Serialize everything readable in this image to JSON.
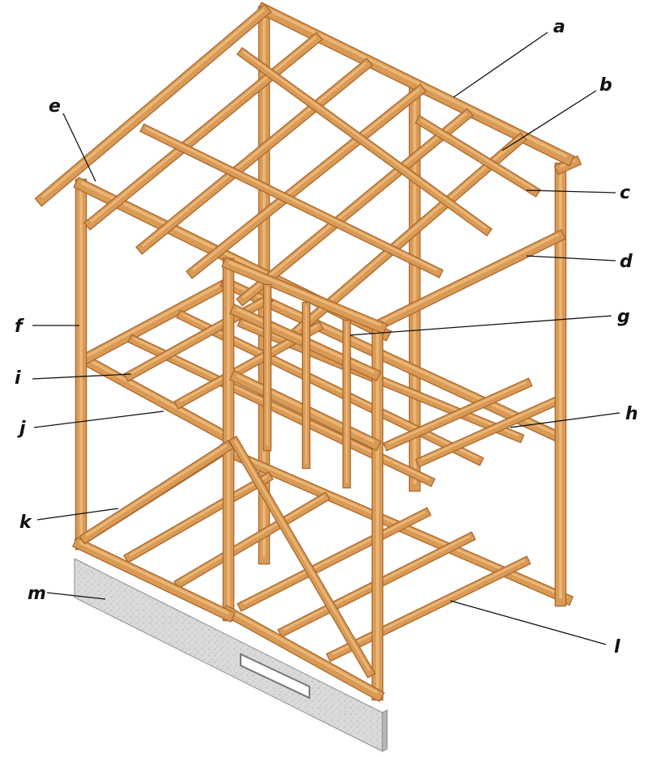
{
  "colors": {
    "timber": "#d99a55",
    "timber_dark": "#a8662c",
    "timber_light": "#eab777",
    "concrete": "#d9d9d9",
    "concrete_dark": "#b5b5b5",
    "ink": "#111111"
  },
  "labels": {
    "a": "a",
    "b": "b",
    "c": "c",
    "d": "d",
    "e": "e",
    "f": "f",
    "g": "g",
    "h": "h",
    "i": "i",
    "j": "j",
    "k": "k",
    "l": "l",
    "m": "m"
  }
}
